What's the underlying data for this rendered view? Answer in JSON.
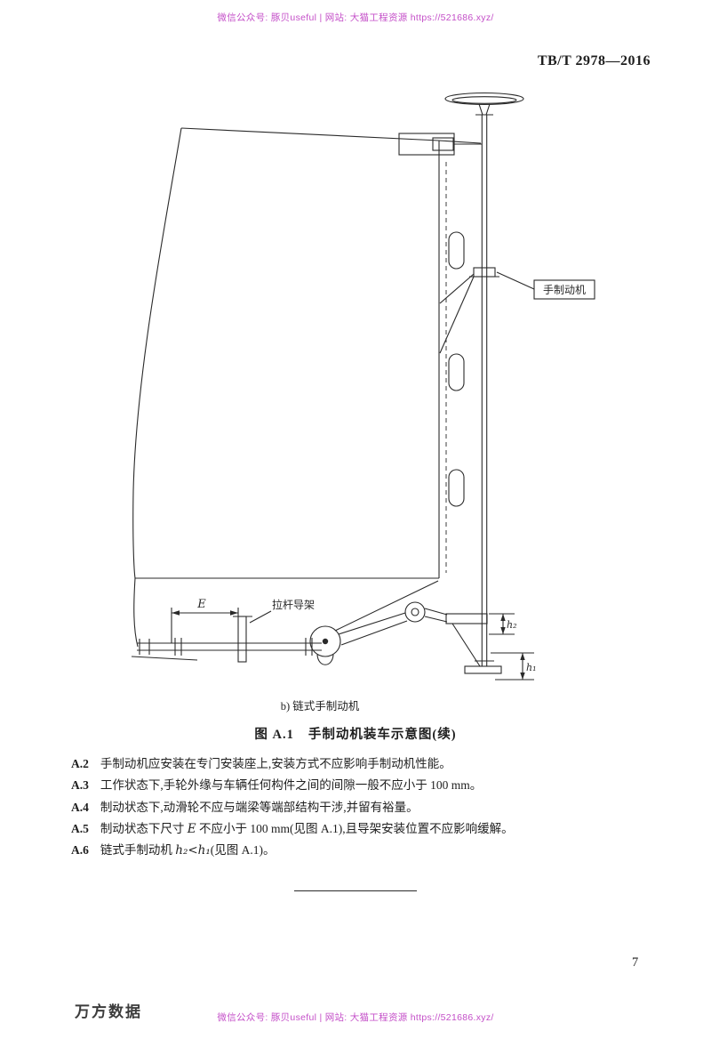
{
  "watermark": {
    "top": "微信公众号: 豚贝useful | 网站: 大猫工程资源 https://521686.xyz/",
    "bottom": "微信公众号: 豚贝useful | 网站: 大猫工程资源 https://521686.xyz/"
  },
  "header": {
    "doc_number": "TB/T 2978—2016"
  },
  "figure": {
    "labels": {
      "hand_brake": "手制动机",
      "rod_guide": "拉杆导架",
      "dim_e": "E",
      "dim_h2": "h₂",
      "dim_h1": "h₁"
    },
    "subcaption": "b) 链式手制动机",
    "caption_prefix": "图 A.1",
    "caption_title": "手制动机装车示意图(续)"
  },
  "body": {
    "items": [
      {
        "num": "A.2",
        "pre": "手制动机应安装在专门安装座上,安装方式不应影响手制动机性能。"
      },
      {
        "num": "A.3",
        "pre": "工作状态下,手轮外缘与车辆任何构件之间的间隙一般不应小于 100 mm。"
      },
      {
        "num": "A.4",
        "pre": "制动状态下,动滑轮不应与端梁等端部结构干涉,并留有裕量。"
      },
      {
        "num": "A.5",
        "pre": "制动状态下尺寸 ",
        "var": "E",
        "post": " 不应小于 100 mm(见图 A.1),且导架安装位置不应影响缓解。"
      },
      {
        "num": "A.6",
        "pre": "链式手制动机 ",
        "var": "h₂<h₁",
        "post": "(见图 A.1)。"
      }
    ]
  },
  "footer": {
    "page_number": "7",
    "brand": "万方数据"
  }
}
